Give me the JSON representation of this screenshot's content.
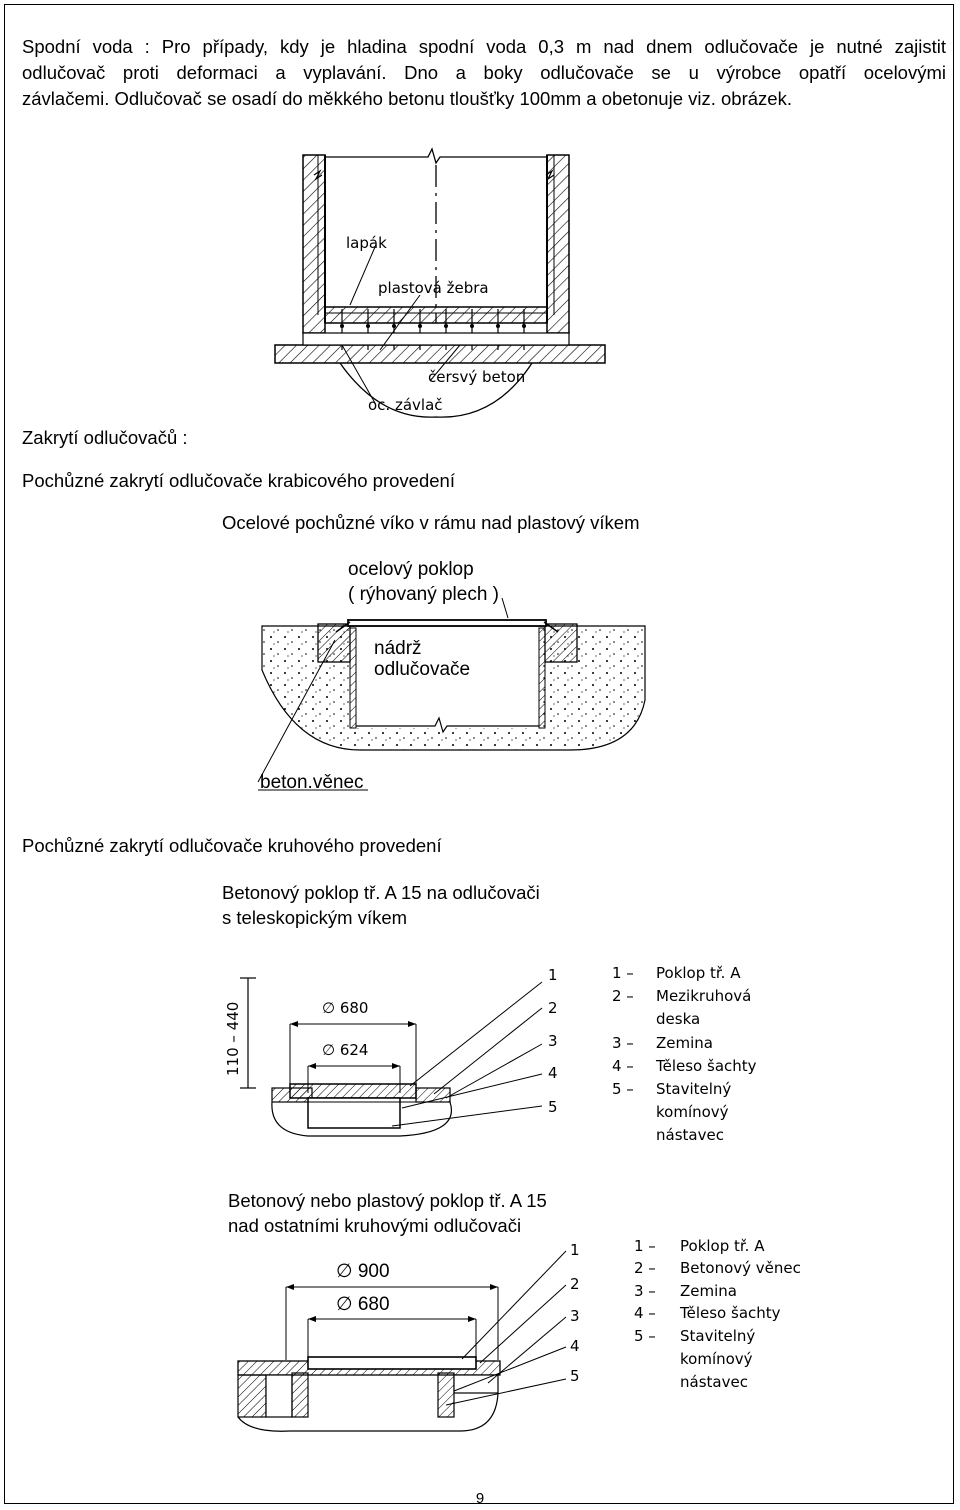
{
  "intro": {
    "line1": "Spodní voda : Pro případy, kdy je hladina spodní voda 0,3 m nad dnem odlučovače je nutné zajistit",
    "line2": "odlučovač proti deformaci a vyplavání. Dno a boky odlučovače se u výrobce opatří ocelovými",
    "line3": "závlačemi. Odlučovač se osadí do měkkého betonu tloušťky 100mm a obetonuje viz. obrázek."
  },
  "figure1": {
    "label_lapak": "lapák",
    "label_zebra": "plastová žebra",
    "label_beton": "čersvý beton",
    "label_zavlac": "oc. závlač"
  },
  "headings": {
    "cover": "Zakrytí odlučovačů :",
    "box_cover": "Pochůzné zakrytí odlučovače krabicového provedení",
    "box_sub": "Ocelové pochůzné víko v rámu nad plastový víkem",
    "round_cover": "Pochůzné zakrytí odlučovače kruhového provedení",
    "round_sub1": "Betonový poklop tř. A 15 na odlučovači",
    "round_sub2": "s teleskopickým víkem",
    "other_sub1": "Betonový nebo plastový poklop tř. A 15",
    "other_sub2": "nad ostatními kruhovými odlučovači"
  },
  "figure2": {
    "label_poklop": "ocelový poklop",
    "label_plech": "( rýhovaný plech )",
    "label_nadrz1": "nádrž",
    "label_nadrz2": "odlučovače",
    "label_venec": "beton.věnec"
  },
  "figure3": {
    "dim_height": "110 – 440",
    "dim_outer": "∅ 680",
    "dim_inner": "∅ 624",
    "callouts": [
      "1",
      "2",
      "3",
      "4",
      "5"
    ],
    "legend": [
      {
        "num": "1 –",
        "text": "Poklop tř. A"
      },
      {
        "num": "2 –",
        "text": "Mezikruhová"
      },
      {
        "num": "",
        "text": "deska"
      },
      {
        "num": "3 –",
        "text": "Zemina"
      },
      {
        "num": "4 –",
        "text": "Těleso šachty"
      },
      {
        "num": "5 –",
        "text": "Stavitelný"
      },
      {
        "num": "",
        "text": "komínový"
      },
      {
        "num": "",
        "text": "nástavec"
      }
    ]
  },
  "figure4": {
    "dim_outer": "∅ 900",
    "dim_inner": "∅ 680",
    "callouts": [
      "1",
      "2",
      "3",
      "4",
      "5"
    ],
    "legend": [
      {
        "num": "1 –",
        "text": "Poklop tř. A"
      },
      {
        "num": "2 –",
        "text": "Betonový věnec"
      },
      {
        "num": "3 –",
        "text": "Zemina"
      },
      {
        "num": "4 –",
        "text": "Těleso šachty"
      },
      {
        "num": "5 –",
        "text": "Stavitelný"
      },
      {
        "num": "",
        "text": "komínový"
      },
      {
        "num": "",
        "text": "nástavec"
      }
    ]
  },
  "page_number": "9"
}
